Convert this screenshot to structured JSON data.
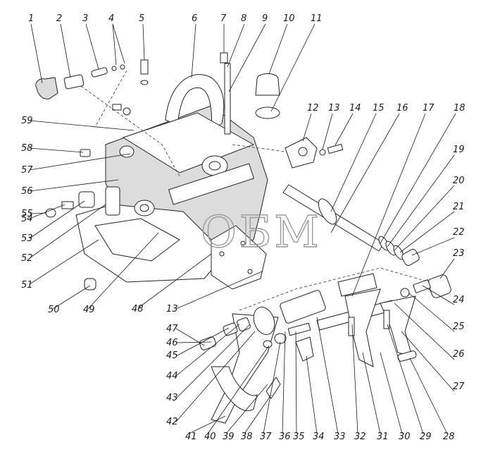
{
  "watermark": "ОБМ",
  "callouts": [
    "1",
    "2",
    "3",
    "4",
    "5",
    "6",
    "7",
    "8",
    "9",
    "10",
    "11",
    "12",
    "13",
    "14",
    "15",
    "16",
    "17",
    "18",
    "19",
    "20",
    "21",
    "22",
    "23",
    "24",
    "25",
    "26",
    "27",
    "28",
    "29",
    "30",
    "31",
    "32",
    "33",
    "34",
    "35",
    "36",
    "37",
    "38",
    "39",
    "40",
    "41",
    "42",
    "43",
    "44",
    "45",
    "46",
    "47",
    "48",
    "13",
    "49",
    "50",
    "51",
    "52",
    "53",
    "54",
    "55",
    "56",
    "57",
    "58",
    "59"
  ],
  "colors": {
    "line": "#222222",
    "body_fill": "#dcdcdc",
    "watermark": "#9a9a9a"
  }
}
